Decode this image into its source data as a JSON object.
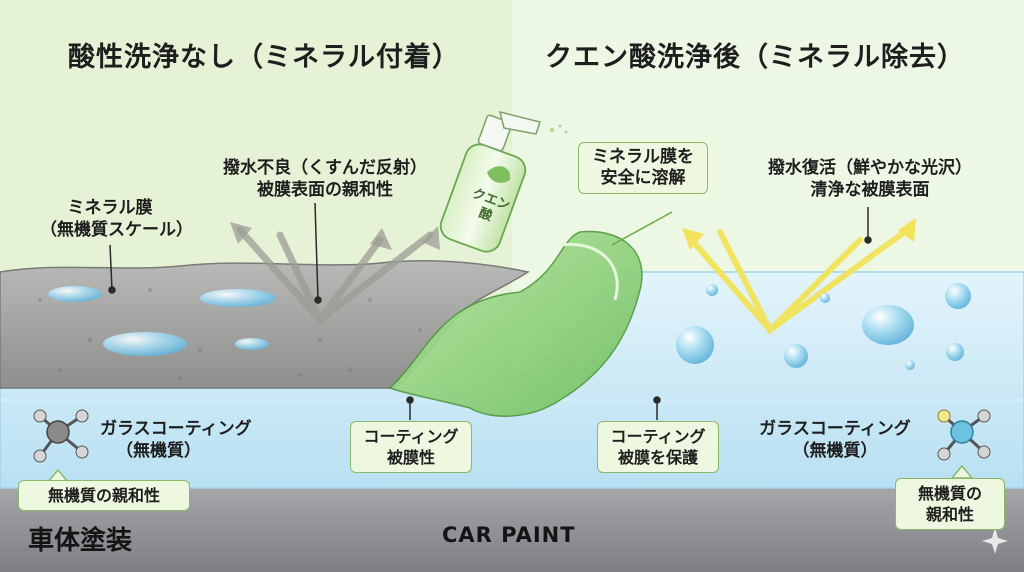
{
  "left_panel": {
    "title": "酸性洗浄なし（ミネラル付着）",
    "mineral_label": {
      "line1": "ミネラル膜",
      "line2": "（無機質スケール）"
    },
    "repel_label": {
      "line1": "撥水不良（くすんだ反射）",
      "line2": "被膜表面の親和性"
    },
    "glass_label": {
      "line1": "ガラスコーティング",
      "line2": "（無機質）"
    },
    "affinity_tag": "無機質の親和性"
  },
  "right_panel": {
    "title": "クエン酸洗浄後（ミネラル除去）",
    "dissolve_tag": {
      "line1": "ミネラル膜を",
      "line2": "安全に溶解"
    },
    "revive_label": {
      "line1": "撥水復活（鮮やかな光沢）",
      "line2": "清浄な被膜表面"
    },
    "glass_label": {
      "line1": "ガラスコーティング",
      "line2": "（無機質）"
    },
    "affinity_tag": {
      "line1": "無機質の",
      "line2": "親和性"
    }
  },
  "center": {
    "coating_tag": {
      "line1": "コーティング",
      "line2": "被膜性"
    },
    "protect_tag": {
      "line1": "コーティング",
      "line2": "被膜を保護"
    },
    "bottle_label": {
      "line1": "クエン",
      "line2": "酸"
    }
  },
  "base": {
    "paint_label": "車体塗装",
    "car_paint": "CAR PAINT"
  },
  "colors": {
    "left_bg": "#e6f3d6",
    "right_bg": "#eaf6e2",
    "coating_blue": "#cdeaf7",
    "paint_gray": "#8e9094",
    "scale_gray": "#a7a7a5",
    "wash_green": "#8fd07c",
    "highlight_yellow": "#f2e35a"
  },
  "icons": [
    "molecule-icon",
    "spray-bottle-icon",
    "leaf-icon",
    "water-droplet-icon",
    "reflection-arrow-icon",
    "sparkle-icon"
  ]
}
